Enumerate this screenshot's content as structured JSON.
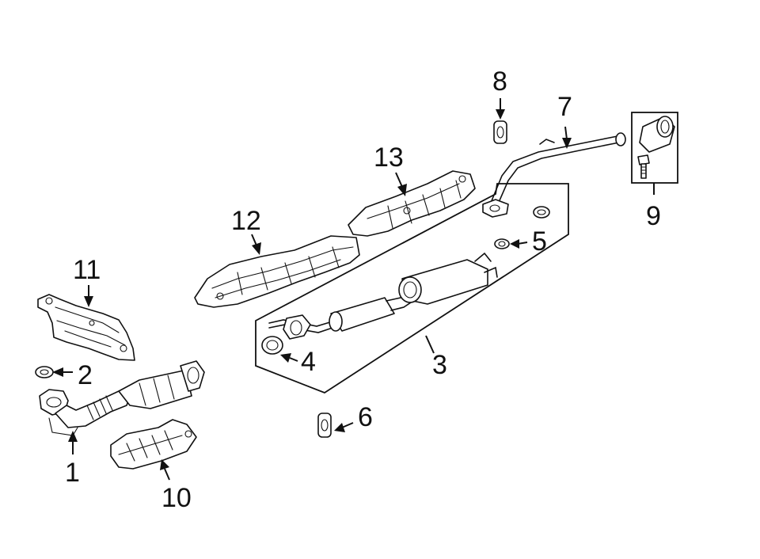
{
  "callouts": {
    "part_1": "1",
    "part_2": "2",
    "part_3": "3",
    "part_4": "4",
    "part_5": "5",
    "part_6": "6",
    "part_7": "7",
    "part_8": "8",
    "part_9": "9",
    "part_10": "10",
    "part_11": "11",
    "part_12": "12",
    "part_13": "13"
  },
  "colors": {
    "line": "#111111",
    "background": "#ffffff"
  }
}
